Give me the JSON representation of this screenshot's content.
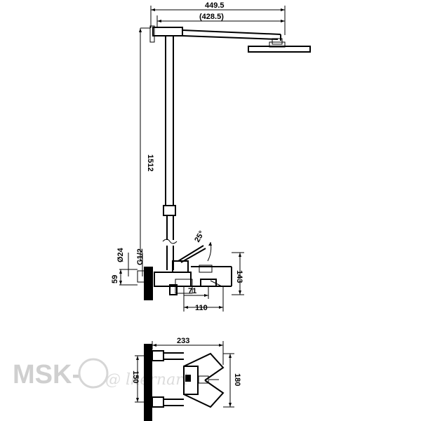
{
  "dimensions": {
    "total_width": "449.5",
    "arm_width": "(428.5)",
    "height": "1512",
    "pipe_diameter": "Ø24",
    "thread": "G1/2",
    "offset": "59",
    "mixer_height": "143",
    "spout_71": "71",
    "spout_110": "110",
    "angle": "25°",
    "plan_width": "233",
    "plan_centers": "150",
    "plan_depth": "180"
  },
  "watermark": {
    "brand": "MSK-",
    "script": "@ lkernari"
  }
}
